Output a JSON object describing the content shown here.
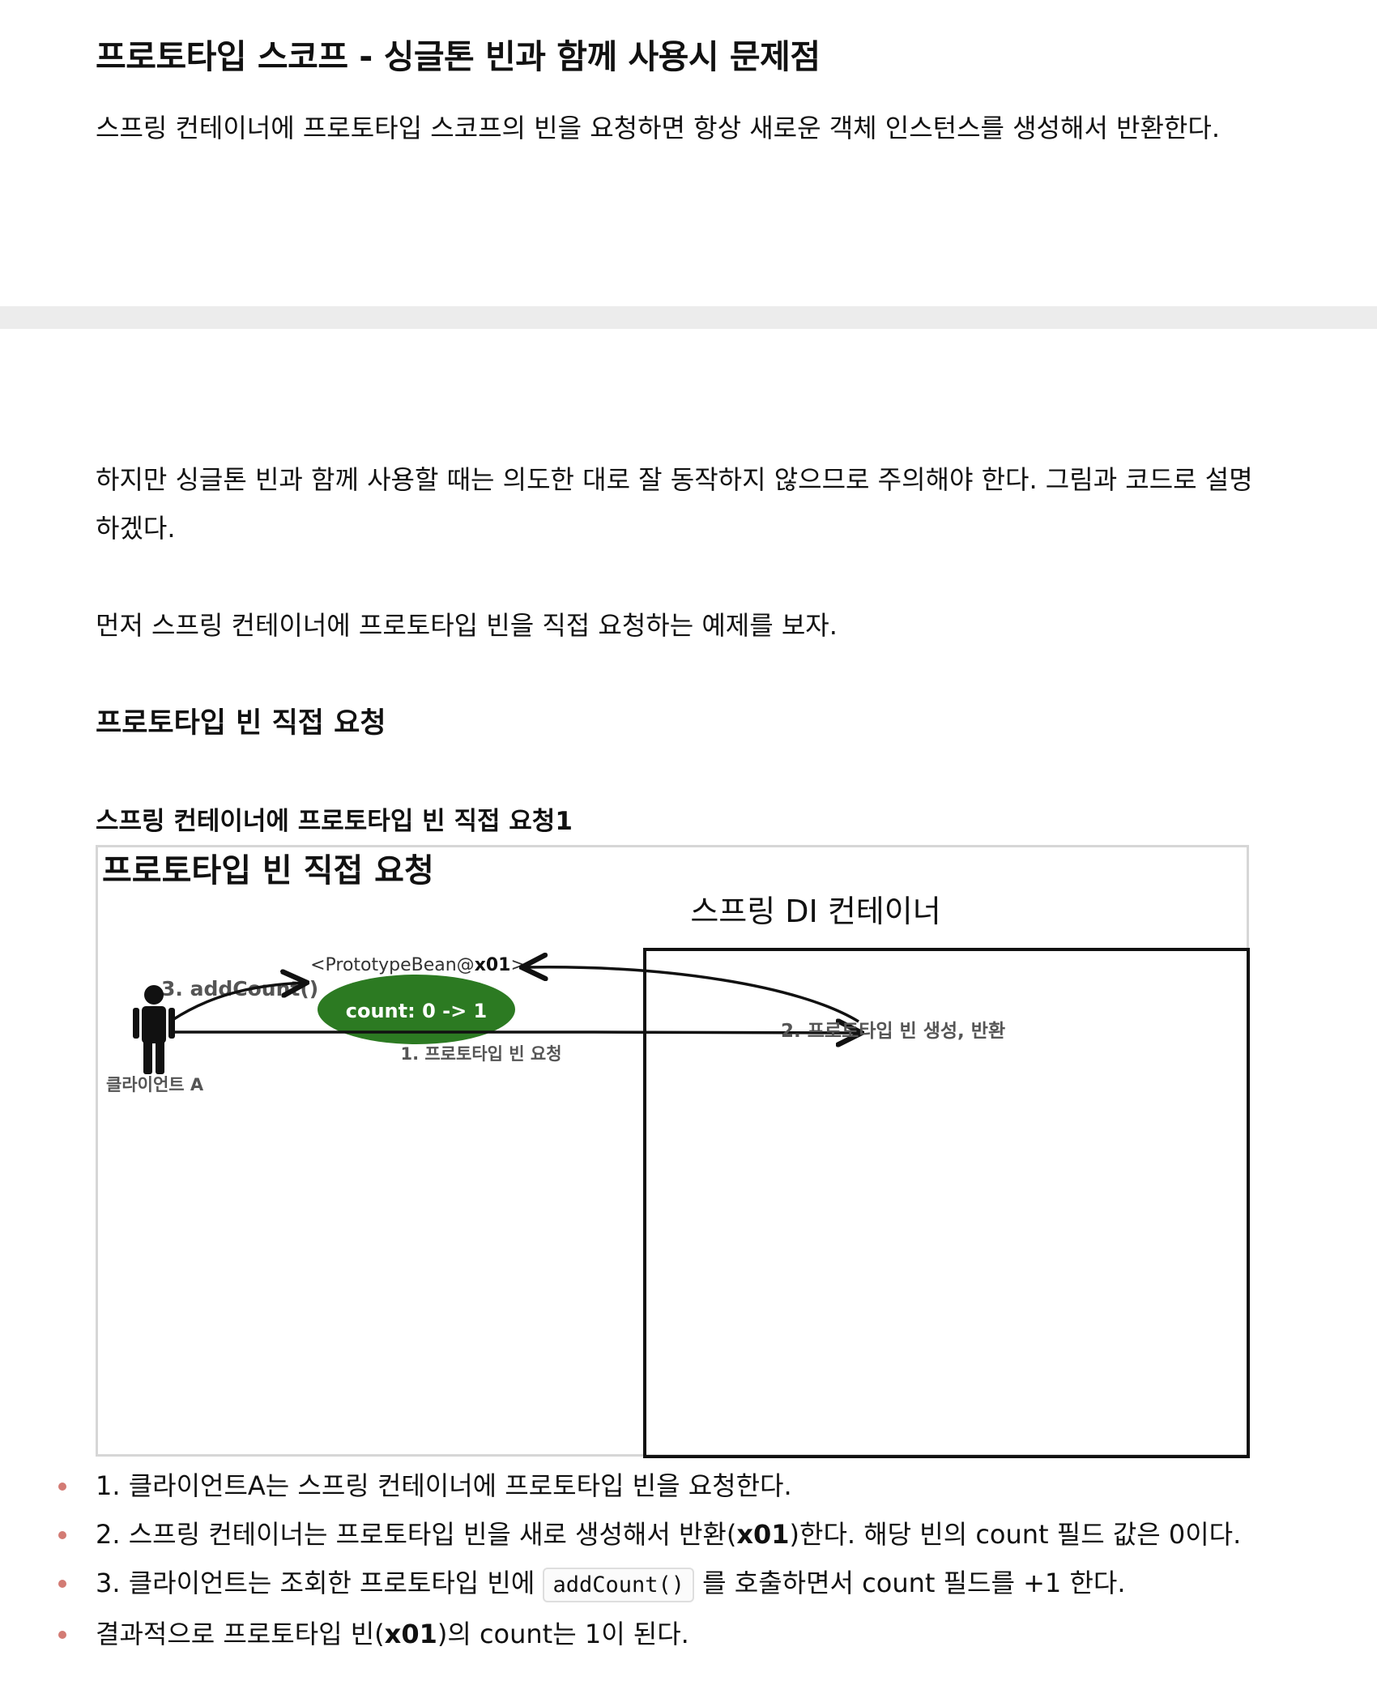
{
  "header": {
    "title": "프로토타입 스코프 - 싱글톤 빈과 함께 사용시 문제점"
  },
  "intro": "스프링 컨테이너에 프로토타입 스코프의 빈을 요청하면 항상 새로운 객체 인스턴스를 생성해서 반환한다.",
  "warning_line1": "하지만 싱글톤 빈과 함께 사용할 때는 의도한 대로 잘 동작하지 않으므로 주의해야 한다. 그림과 코드로 설명",
  "warning_line2": "하겠다.",
  "example_intro": "먼저 스프링 컨테이너에 프로토타입 빈을 직접 요청하는 예제를 보자.",
  "section_title": "프로토타입 빈 직접 요청",
  "figure": {
    "caption": "스프링 컨테이너에 프로토타입 빈 직접 요청1",
    "title": "프로토타입 빈 직접 요청",
    "container_label": "스프링 DI 컨테이너",
    "bean_name_prefix": "<PrototypeBean@",
    "bean_name_id": "x01",
    "bean_name_suffix": ">",
    "bean_count": "count: 0 -> 1",
    "step3_label": "3. addCount()",
    "step2_label": "2. 프로토타입 빈 생성, 반환",
    "step1_label": "1. 프로토타입 빈 요청",
    "client_label": "클라이언트 A"
  },
  "bullets": {
    "b1": "1. 클라이언트A는 스프링 컨테이너에 프로토타입 빈을 요청한다.",
    "b2_pre": "2. 스프링 컨테이너는 프로토타입 빈을 새로 생성해서 반환(",
    "b2_bold": "x01",
    "b2_post": ")한다. 해당 빈의 count 필드 값은 0이다.",
    "b3_pre": "3. 클라이언트는 조회한 프로토타입 빈에 ",
    "b3_code": "addCount()",
    "b3_post": " 를 호출하면서 count 필드를 +1 한다.",
    "b4_pre": "결과적으로 프로토타입 빈(",
    "b4_bold": "x01",
    "b4_post": ")의 count는 1이 된다."
  }
}
